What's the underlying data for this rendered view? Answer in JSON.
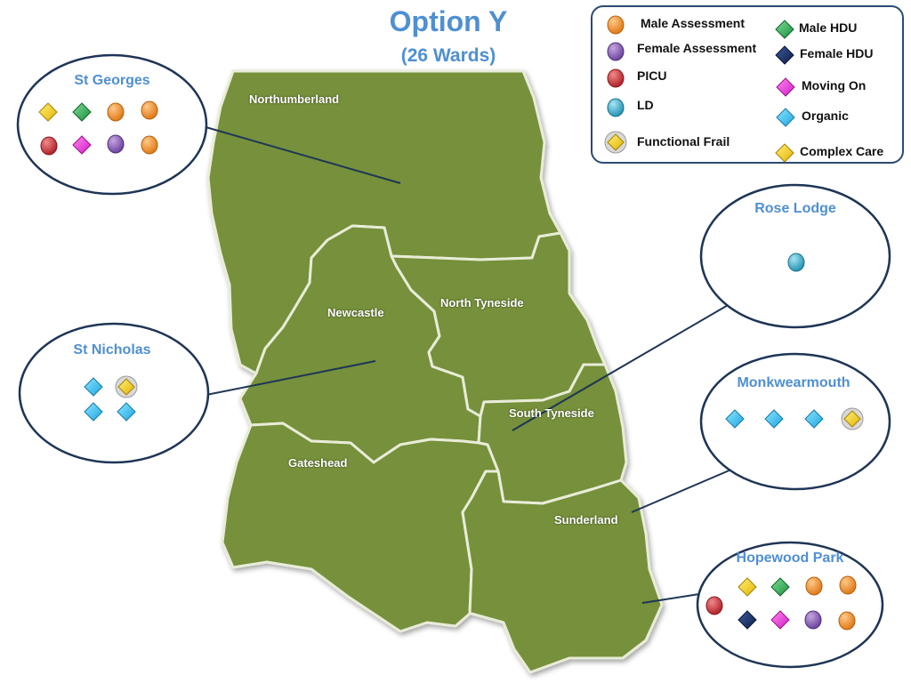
{
  "title": "Option Y",
  "subtitle": "(26 Wards)",
  "colors": {
    "map_fill": "#76903a",
    "map_border": "#e8ecd8",
    "site_circle_border": "#1e3556",
    "title": "#4f8fd2"
  },
  "legend": {
    "items": [
      {
        "key": "male_assessment",
        "label": "Male Assessment",
        "icon": "orange-circle-icon"
      },
      {
        "key": "female_assessment",
        "label": "Female Assessment",
        "icon": "purple-circle-icon"
      },
      {
        "key": "picu",
        "label": "PICU",
        "icon": "red-circle-icon"
      },
      {
        "key": "ld",
        "label": "LD",
        "icon": "teal-circle-icon"
      },
      {
        "key": "functional_frail",
        "label": "Functional Frail",
        "icon": "gold-ringed-diamond-icon"
      },
      {
        "key": "male_hdu",
        "label": "Male HDU",
        "icon": "green-diamond-icon"
      },
      {
        "key": "female_hdu",
        "label": "Female HDU",
        "icon": "navy-diamond-icon"
      },
      {
        "key": "moving_on",
        "label": "Moving On",
        "icon": "magenta-diamond-icon"
      },
      {
        "key": "organic",
        "label": "Organic",
        "icon": "blue-diamond-icon"
      },
      {
        "key": "complex_care",
        "label": "Complex  Care",
        "icon": "yellow-diamond-icon"
      }
    ]
  },
  "districts": [
    {
      "name": "Northumberland"
    },
    {
      "name": "Newcastle"
    },
    {
      "name": "North Tyneside"
    },
    {
      "name": "South Tyneside"
    },
    {
      "name": "Gateshead"
    },
    {
      "name": "Sunderland"
    }
  ],
  "sites": [
    {
      "name": "St Georges",
      "wards": [
        "complex_care",
        "male_hdu",
        "male_assessment",
        "male_assessment",
        "picu",
        "moving_on",
        "female_assessment",
        "male_assessment"
      ]
    },
    {
      "name": "St Nicholas",
      "wards": [
        "organic",
        "functional_frail",
        "organic",
        "organic"
      ]
    },
    {
      "name": "Rose Lodge",
      "wards": [
        "ld"
      ]
    },
    {
      "name": "Monkwearmouth",
      "wards": [
        "organic",
        "organic",
        "organic",
        "functional_frail"
      ]
    },
    {
      "name": "Hopewood Park",
      "wards": [
        "complex_care",
        "male_hdu",
        "male_assessment",
        "male_assessment",
        "picu",
        "female_hdu",
        "moving_on",
        "female_assessment",
        "male_assessment"
      ]
    }
  ]
}
